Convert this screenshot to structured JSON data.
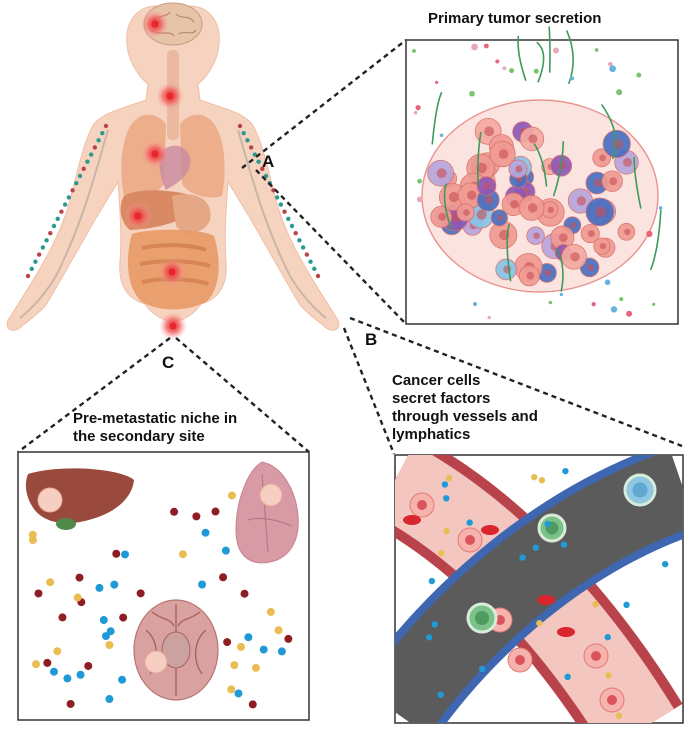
{
  "panels": {
    "A": {
      "letter": "A",
      "title": "Primary tumor secretion"
    },
    "B": {
      "letter": "B",
      "title_lines": [
        "Cancer cells",
        "secret factors",
        "through vessels and",
        "lymphatics"
      ]
    },
    "C": {
      "letter": "C",
      "title_lines": [
        "Pre-metastatic niche in",
        "the secondary site"
      ]
    }
  },
  "colors": {
    "skin": "#f6d3bf",
    "organ": "#e9a27a",
    "hotspot": "#e8262b",
    "blood_vessel": "#b9434a",
    "vessel_lumen": "#f3c6c0",
    "lymphatic_wall": "#3f66b0",
    "lymphatic_lumen": "#5b5b5b",
    "factor_blue": "#1f9ad6",
    "factor_yellow": "#e9bd52",
    "factor_red": "#8e1d24",
    "liver": "#9a4a3c",
    "lung": "#d89aa5",
    "brain": "#d9a1a0"
  }
}
